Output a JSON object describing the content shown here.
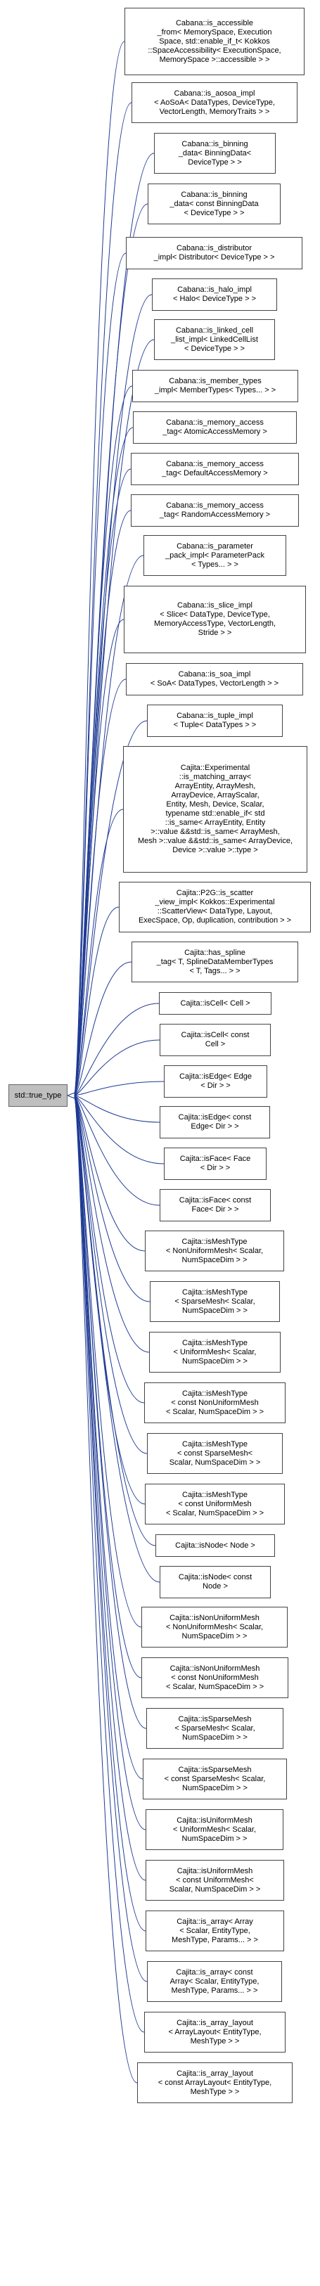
{
  "root": {
    "label": "std::true_type"
  },
  "edge_color": "#1f3a93",
  "derived": [
    {
      "label": "Cabana::is_accessible\n_from< MemorySpace, Execution\nSpace, std::enable_if_t< Kokkos\n::SpaceAccessibility< ExecutionSpace,\nMemorySpace >::accessible > >"
    },
    {
      "label": "Cabana::is_aosoa_impl\n< AoSoA< DataTypes, DeviceType,\nVectorLength, MemoryTraits > >"
    },
    {
      "label": "Cabana::is_binning\n_data< BinningData<\nDeviceType > >"
    },
    {
      "label": "Cabana::is_binning\n_data< const BinningData\n< DeviceType > >"
    },
    {
      "label": "Cabana::is_distributor\n_impl< Distributor< DeviceType > >"
    },
    {
      "label": "Cabana::is_halo_impl\n< Halo< DeviceType > >"
    },
    {
      "label": "Cabana::is_linked_cell\n_list_impl< LinkedCellList\n< DeviceType > >"
    },
    {
      "label": "Cabana::is_member_types\n_impl< MemberTypes< Types... > >"
    },
    {
      "label": "Cabana::is_memory_access\n_tag< AtomicAccessMemory >"
    },
    {
      "label": "Cabana::is_memory_access\n_tag< DefaultAccessMemory >"
    },
    {
      "label": "Cabana::is_memory_access\n_tag< RandomAccessMemory >"
    },
    {
      "label": "Cabana::is_parameter\n_pack_impl< ParameterPack\n< Types... > >"
    },
    {
      "label": "Cabana::is_slice_impl\n< Slice< DataType, DeviceType,\nMemoryAccessType, VectorLength,\nStride > >"
    },
    {
      "label": "Cabana::is_soa_impl\n< SoA< DataTypes, VectorLength > >"
    },
    {
      "label": "Cabana::is_tuple_impl\n< Tuple< DataTypes > >"
    },
    {
      "label": "Cajita::Experimental\n::is_matching_array<\nArrayEntity, ArrayMesh,\nArrayDevice, ArrayScalar,\nEntity, Mesh, Device, Scalar,\ntypename std::enable_if< std\n::is_same< ArrayEntity, Entity\n>::value &&std::is_same< ArrayMesh,\nMesh >::value &&std::is_same< ArrayDevice,\nDevice >::value >::type >"
    },
    {
      "label": "Cajita::P2G::is_scatter\n_view_impl< Kokkos::Experimental\n::ScatterView< DataType, Layout,\nExecSpace, Op, duplication, contribution > >"
    },
    {
      "label": "Cajita::has_spline\n_tag< T, SplineDataMemberTypes\n< T, Tags... > >"
    },
    {
      "label": "Cajita::isCell< Cell >"
    },
    {
      "label": "Cajita::isCell< const\nCell >"
    },
    {
      "label": "Cajita::isEdge< Edge\n< Dir > >"
    },
    {
      "label": "Cajita::isEdge< const\nEdge< Dir > >"
    },
    {
      "label": "Cajita::isFace< Face\n< Dir > >"
    },
    {
      "label": "Cajita::isFace< const\nFace< Dir > >"
    },
    {
      "label": "Cajita::isMeshType\n< NonUniformMesh< Scalar,\nNumSpaceDim > >"
    },
    {
      "label": "Cajita::isMeshType\n< SparseMesh< Scalar,\nNumSpaceDim > >"
    },
    {
      "label": "Cajita::isMeshType\n< UniformMesh< Scalar,\nNumSpaceDim > >"
    },
    {
      "label": "Cajita::isMeshType\n< const NonUniformMesh\n< Scalar, NumSpaceDim > >"
    },
    {
      "label": "Cajita::isMeshType\n< const SparseMesh<\nScalar, NumSpaceDim > >"
    },
    {
      "label": "Cajita::isMeshType\n< const UniformMesh\n< Scalar, NumSpaceDim > >"
    },
    {
      "label": "Cajita::isNode< Node >"
    },
    {
      "label": "Cajita::isNode< const\nNode >"
    },
    {
      "label": "Cajita::isNonUniformMesh\n< NonUniformMesh< Scalar,\nNumSpaceDim > >"
    },
    {
      "label": "Cajita::isNonUniformMesh\n< const NonUniformMesh\n< Scalar, NumSpaceDim > >"
    },
    {
      "label": "Cajita::isSparseMesh\n< SparseMesh< Scalar,\nNumSpaceDim > >"
    },
    {
      "label": "Cajita::isSparseMesh\n< const SparseMesh< Scalar,\nNumSpaceDim > >"
    },
    {
      "label": "Cajita::isUniformMesh\n< UniformMesh< Scalar,\nNumSpaceDim > >"
    },
    {
      "label": "Cajita::isUniformMesh\n< const UniformMesh<\nScalar, NumSpaceDim > >"
    },
    {
      "label": "Cajita::is_array< Array\n< Scalar, EntityType,\nMeshType, Params... > >"
    },
    {
      "label": "Cajita::is_array< const\nArray< Scalar, EntityType,\nMeshType, Params... > >"
    },
    {
      "label": "Cajita::is_array_layout\n< ArrayLayout< EntityType,\nMeshType > >"
    },
    {
      "label": "Cajita::is_array_layout\n< const ArrayLayout< EntityType,\nMeshType > >"
    }
  ]
}
